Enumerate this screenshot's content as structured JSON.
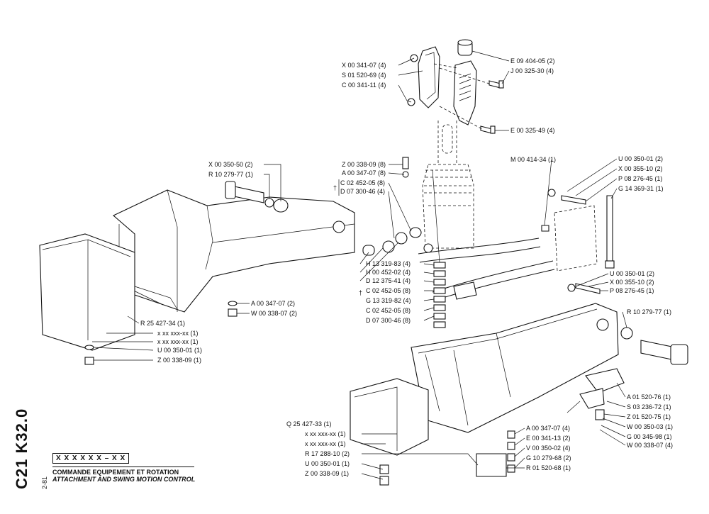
{
  "sheet": {
    "code": "C21 K32.0",
    "page": "2-81",
    "part_code": "X X X  X X X – X X",
    "title_fr": "COMMANDE EQUIPEMENT ET ROTATION",
    "title_en": "ATTACHMENT AND SWING MOTION CONTROL"
  },
  "labels": {
    "l01": "X 00 341-07 (4)",
    "l02": "S 01 520-69 (4)",
    "l03": "C 00 341-11 (4)",
    "l04": "E 09 404-05 (2)",
    "l05": "J 00 325-30 (4)",
    "l06": "E 00 325-49 (4)",
    "l07": "X 00 350-50 (2)",
    "l08": "R 10 279-77 (1)",
    "l09": "Z 00 338-09 (8)",
    "l10": "A 00 347-07 (8)",
    "l11": "C 02 452-05 (8)",
    "l12": "D 07 300-46 (4)",
    "l13": "M 00 414-34 (1)",
    "l14": "U 00 350-01 (2)",
    "l15": "X 00 355-10 (2)",
    "l16": "P 08 276-45 (1)",
    "l17": "G 14 369-31 (1)",
    "l18": "H 13 319-83 (4)",
    "l19": "H 00 452-02 (4)",
    "l20": "D 12 375-41 (4)",
    "l21": "C 02 452-05 (8)",
    "l22": "G 13 319-82 (4)",
    "l23": "C 02 452-05 (8)",
    "l24": "D 07 300-46 (8)",
    "l25": "U 00 350-01 (2)",
    "l26": "X 00 355-10 (2)",
    "l27": "P 08 276-45 (1)",
    "l28": "R 10 279-77 (1)",
    "l29": "A 00 347-07 (2)",
    "l30": "W 00 338-07 (2)",
    "l31": "R 25 427-34 (1)",
    "l32": "x xx xxx-xx (1)",
    "l33": "x xx xxx-xx (1)",
    "l34": "U 00 350-01 (1)",
    "l35": "Z 00 338-09 (1)",
    "l36": "A 01 520-76 (1)",
    "l37": "S 03 236-72 (1)",
    "l38": "Z 01 520-75 (1)",
    "l39": "W 00 350-03 (1)",
    "l40": "G 00 345-98 (1)",
    "l41": "W 00 338-07 (4)",
    "l42": "A 00 347-07 (4)",
    "l43": "E 00 341-13 (2)",
    "l44": "V 00 350-02 (4)",
    "l45": "G 10 279-68 (2)",
    "l46": "R 01 520-68 (1)",
    "l47": "Q 25 427-33 (1)",
    "l48": "x xx xxx-xx (1)",
    "l49": "x xx xxx-xx (1)",
    "l50": "R 17 288-10 (2)",
    "l51": "U 00 350-01 (1)",
    "l52": "Z 00 338-09 (1)"
  },
  "symbols": {
    "dagger": "†"
  }
}
